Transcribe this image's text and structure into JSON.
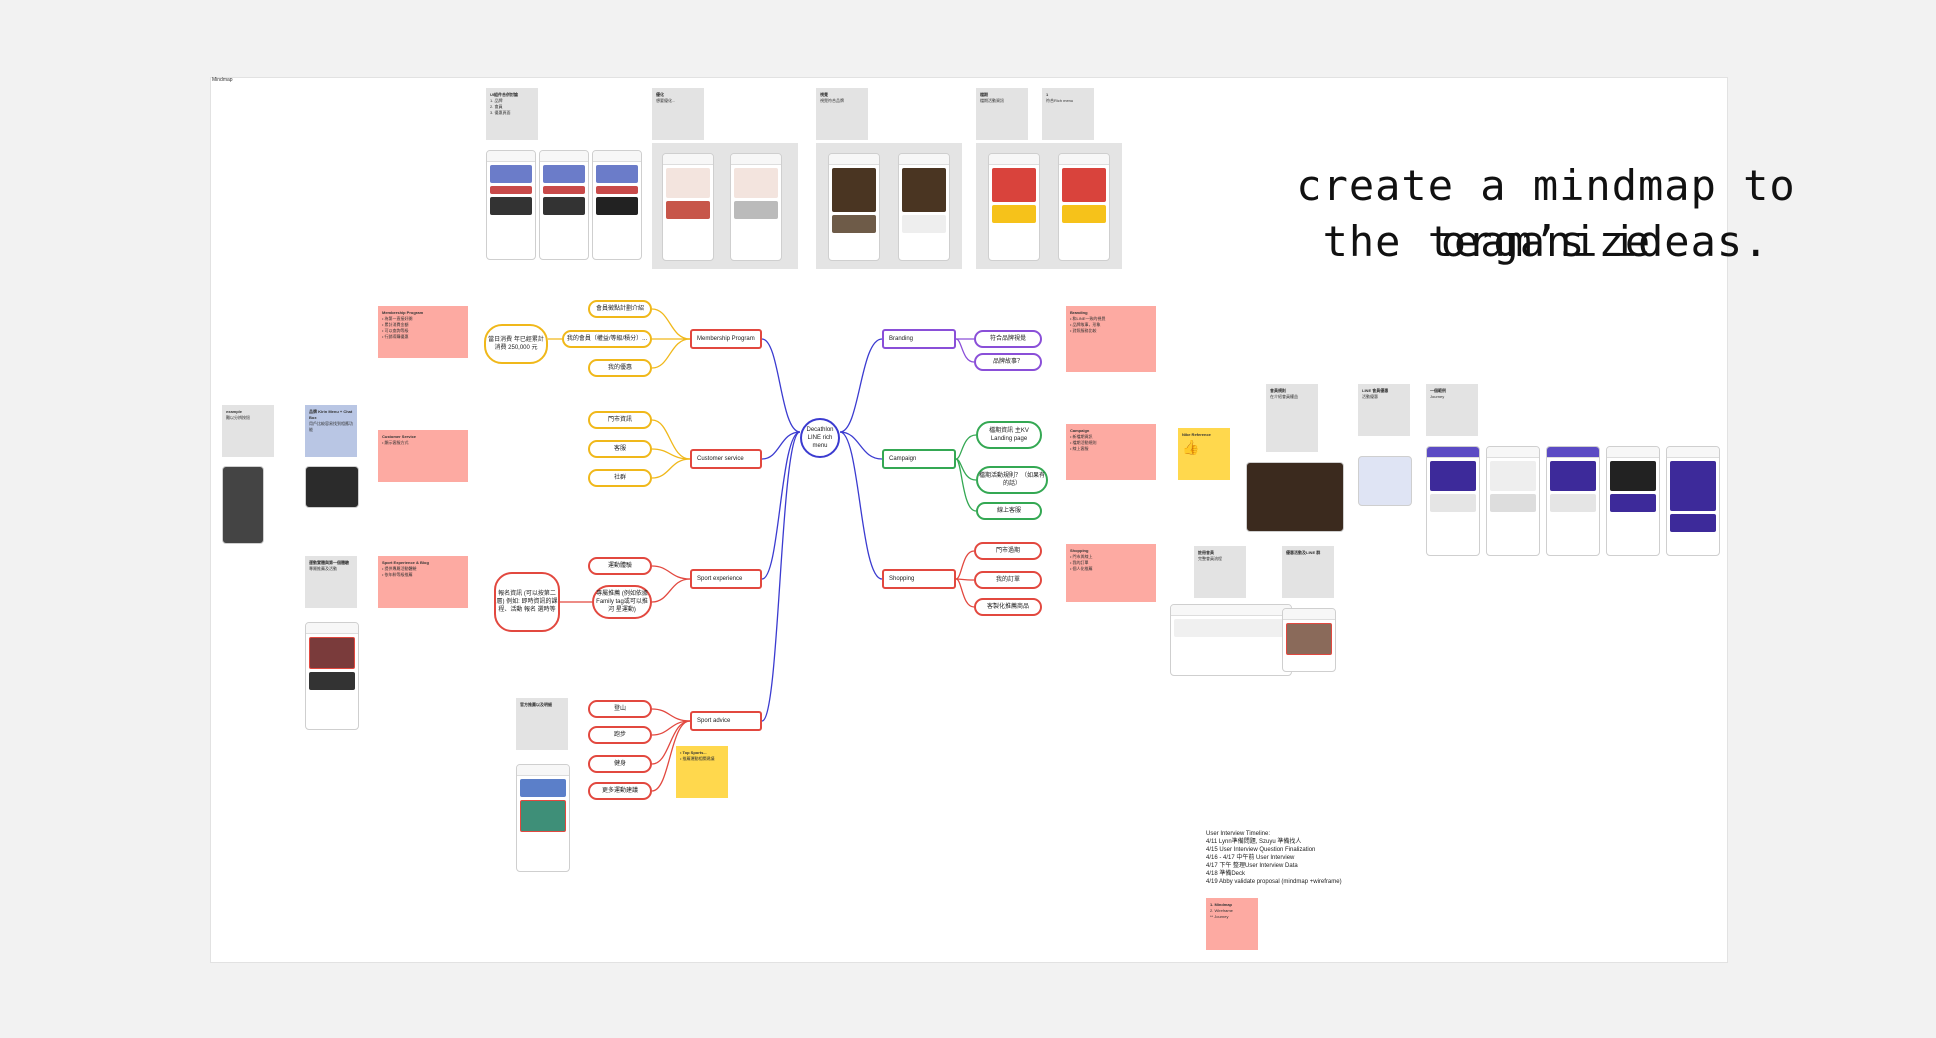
{
  "board": {
    "label": "Mindmap"
  },
  "annotation": {
    "line1": "create a mindmap to organize",
    "line2": "the team’s ideas."
  },
  "center": {
    "label": "Decathlon LINE rich menu"
  },
  "left_branches": [
    {
      "label": "Membership Program",
      "children": [
        "會員徵點計劃介紹",
        "我的會員（權益/等級/積分）...",
        "我的優惠"
      ],
      "leaf": "當日消費 年已經累計消費 250,000 元"
    },
    {
      "label": "Customer service",
      "children": [
        "門市資訊",
        "客服",
        "社群"
      ]
    },
    {
      "label": "Sport experience",
      "children": [
        "運動體驗",
        "專屬推薦 (例如依據 Family tag或可以推河 星運動)"
      ],
      "leaf": "報名資訊 (可以按第二層) 例如: 即時資訊的課程、活動 報名 選時等"
    },
    {
      "label": "Sport advice",
      "children": [
        "登山",
        "跑步",
        "健身",
        "更多運動建議"
      ]
    }
  ],
  "right_branches": [
    {
      "label": "Branding",
      "children": [
        "符合品牌視覺",
        "品牌故事？"
      ]
    },
    {
      "label": "Campaign",
      "children": [
        "檔期資訊 主KV Landing page",
        "檔期活動規則？（如果有的話）",
        "線上客服"
      ]
    },
    {
      "label": "Shopping",
      "children": [
        "門市過期",
        "我的訂單",
        "客製化推薦商品"
      ]
    }
  ],
  "stickies": {
    "membership": {
      "title": "Membership Program",
      "body": "• 為第一直接好開\n• 累計消費金額\n• 可以查詢等級\n• 行銷導購優惠"
    },
    "customer": {
      "title": "Customer Service",
      "body": "• 顯示客服方式"
    },
    "sport_exp": {
      "title": "Sport Experience & Blog",
      "body": "• 提供專屬活動體驗\n• 依年齡等級推薦"
    },
    "branding": {
      "title": "Branding",
      "body": "• 和LINE一致的視覺\n• 品牌故事，形象\n• 對照服務比較"
    },
    "campaign": {
      "title": "Campaign",
      "body": "• 新檔期資訊\n• 檔期活動規則\n• 線上客服"
    },
    "shopping": {
      "title": "Shopping",
      "body": "• 門市與線上\n• 我的訂單\n• 個人化推薦"
    },
    "yellow_tip": {
      "title": "• Top Sports...",
      "body": "• 推薦運動相關建議"
    },
    "yellow_like": {
      "title": "Nike Reference",
      "body": "👍"
    },
    "left_ex1": {
      "title": "example",
      "body": "難以分辨按鈕"
    },
    "left_ex2": {
      "title": "品牌 Kirin Menu + Chat Box",
      "body": "用戶比較容易找到相應功能"
    },
    "left_ex3": {
      "title": "運動實體與第一個體驗",
      "body": "專屬推薦及活動"
    },
    "left_ex4": {
      "title": "官方推薦以及明細",
      "body": ""
    },
    "bottom_red": {
      "title": "1. Mindmap",
      "body": "2. Wireframe\n** Journey"
    },
    "top1": {
      "title": "UI組件合併討論",
      "body": "1. 品牌\n2. 會員\n3. 優惠頁面"
    },
    "top2": {
      "title": "優化",
      "body": "想要優化..."
    },
    "top3": {
      "title": "視覺",
      "body": "視覺符合品牌"
    },
    "top4": {
      "title": "檔期",
      "body": "檔期活動資訊"
    },
    "top5": {
      "title": "1",
      "body": "符合Rich menu"
    },
    "r1": {
      "title": "會員規則",
      "body": "在介紹會員權益"
    },
    "r2": {
      "title": "LINE 會員優惠",
      "body": "活動優惠"
    },
    "r3": {
      "title": "一個範例",
      "body": "Journey"
    },
    "r4": {
      "title": "註冊會員",
      "body": "完整會員流程"
    },
    "r5": {
      "title": "優惠活動及LINE 群",
      "body": ""
    }
  },
  "timeline": {
    "title": "User Interview Timeline:",
    "items": [
      "4/11 Lynn準備問題, Szuyu 準備找人",
      "4/15 User Interview Question Finalization",
      "4/16 - 4/17 中午前 User Interview",
      "4/17 下午 整理User Interview Data",
      "4/18 準備Deck",
      "4/19 Abby validate proposal (mindmap +wireframe)"
    ]
  },
  "colors": {
    "yellow": "#f0b81a",
    "red": "#e2483f",
    "purple": "#8a4fd8",
    "green": "#34a853",
    "blue": "#3b3bd0"
  }
}
